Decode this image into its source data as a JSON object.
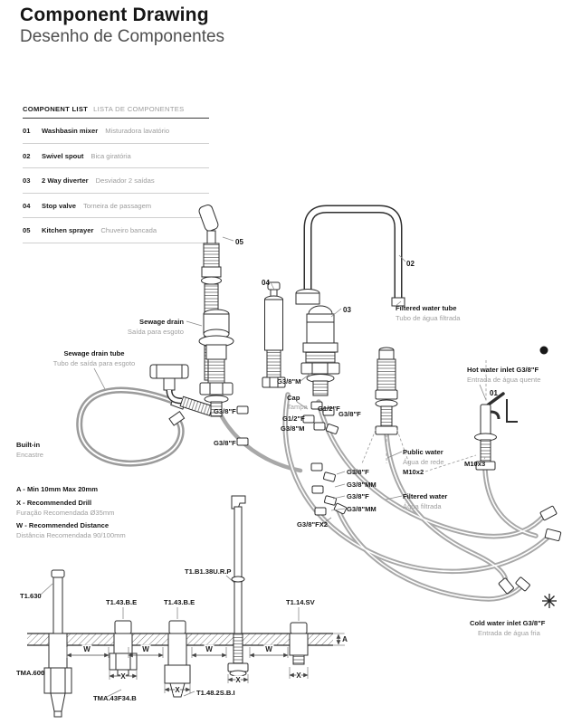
{
  "header": {
    "title": "Component Drawing",
    "subtitle": "Desenho de Componentes"
  },
  "component_list": {
    "title_en": "COMPONENT LIST",
    "title_pt": "LISTA DE COMPONENTES",
    "items": [
      {
        "num": "01",
        "name_en": "Washbasin mixer",
        "name_pt": "Misturadora lavatório"
      },
      {
        "num": "02",
        "name_en": "Swivel spout",
        "name_pt": "Bica giratória"
      },
      {
        "num": "03",
        "name_en": "2 Way diverter",
        "name_pt": "Desviador 2 saídas"
      },
      {
        "num": "04",
        "name_en": "Stop valve",
        "name_pt": "Torneira de passagem"
      },
      {
        "num": "05",
        "name_en": "Kitchen sprayer",
        "name_pt": "Chuveiro bancada"
      }
    ]
  },
  "diagram": {
    "parts": {
      "n01": "01",
      "n02": "02",
      "n03": "03",
      "n04": "04",
      "n05": "05"
    },
    "sewage_drain": {
      "en": "Sewage drain",
      "pt": "Saída para esgoto"
    },
    "sewage_drain_tube": {
      "en": "Sewage drain tube",
      "pt": "Tubo de saída para esgoto"
    },
    "filtered_water_tube": {
      "en": "Filtered water tube",
      "pt": "Tubo de água filtrada"
    },
    "hot_water_inlet": {
      "en": "Hot water inlet G3/8\"F",
      "pt": "Entrada de água quente"
    },
    "cold_water_inlet": {
      "en": "Cold water inlet G3/8\"F",
      "pt": "Entrada de água fria"
    },
    "public_water": {
      "en": "Public water",
      "pt": "Água de rede"
    },
    "filtered_water": {
      "en": "Filtered water",
      "pt": "Água filtrada"
    },
    "cap": {
      "en": "Cap",
      "pt": "Tampa"
    },
    "fittings": {
      "g38m_spout": "G3/8\"M",
      "g38f_upper": "G3/8\"F",
      "g12f_upper": "G1/2\"F",
      "g38f_right": "G3/8\"F",
      "g12f_mid": "G1/2\"F",
      "g38m_mid": "G3/8\"M",
      "g38f_lower": "G3/8\"F",
      "m10x2": "M10x2",
      "m10x3": "M10x3",
      "g38f_public": "G3/8\"F",
      "g38mm_public": "G3/8\"MM",
      "g38f_filtered": "G3/8\"F",
      "g38mm_filtered": "G3/8\"MM",
      "g38fx2": "G3/8\"FX2"
    },
    "notes": {
      "built_in_en": "Built-in",
      "built_in_pt": "Encastre",
      "note_a": "A - Min 10mm Max 20mm",
      "note_x_en": "X - Recommended Drill",
      "note_x_pt": "Furação Recomendada Ø35mm",
      "note_w_en": "W - Recommended Distance",
      "note_w_pt": "Distância Recomendada 90/100mm"
    },
    "codes": {
      "t1_630": "T1.630",
      "t1_43_be_a": "T1.43.B.E",
      "t1_43_be_b": "T1.43.B.E",
      "t1_b1_38urp": "T1.B1.38U.R.P",
      "t1_14_sv": "T1.14.SV",
      "tma_600": "TMA.600",
      "tma_43f34_b": "TMA.43F34.B",
      "t1_48_2s_bi": "T1.48.2S.B.I"
    },
    "dims": {
      "w": "W",
      "x": "X",
      "a": "A"
    },
    "icons": {
      "hot": "hot-water-dot",
      "cold": "cold-water-snowflake"
    }
  }
}
